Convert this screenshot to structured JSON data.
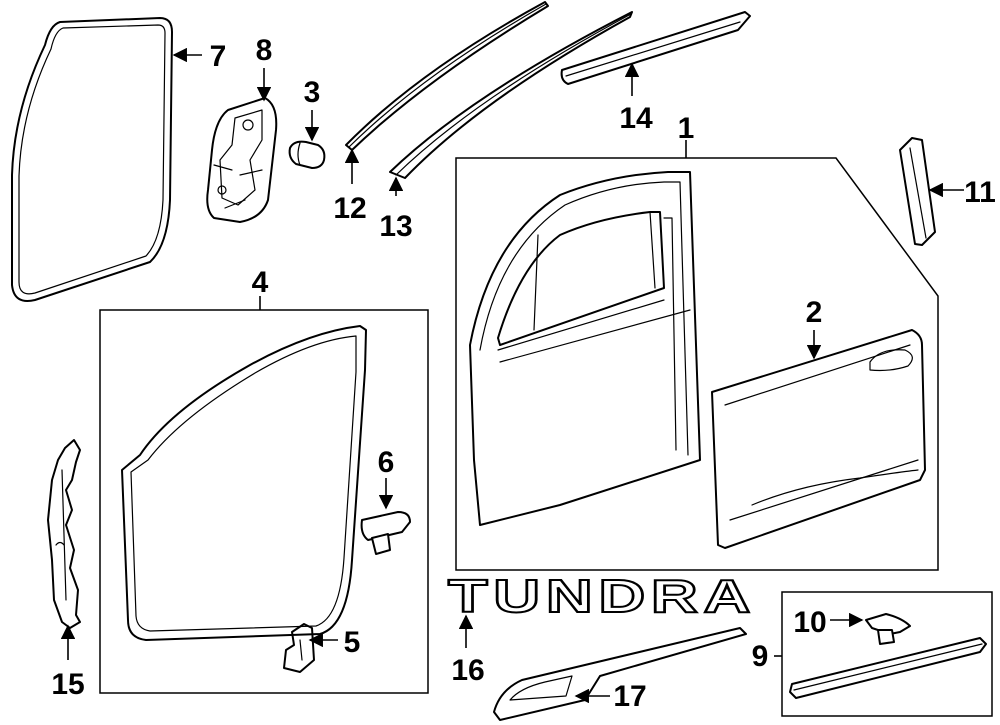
{
  "callouts": {
    "c1": "1",
    "c2": "2",
    "c3": "3",
    "c4": "4",
    "c5": "5",
    "c6": "6",
    "c7": "7",
    "c8": "8",
    "c9": "9",
    "c10": "10",
    "c11": "11",
    "c12": "12",
    "c13": "13",
    "c14": "14",
    "c15": "15",
    "c16": "16",
    "c17": "17"
  },
  "emblem_text": "TUNDRA"
}
